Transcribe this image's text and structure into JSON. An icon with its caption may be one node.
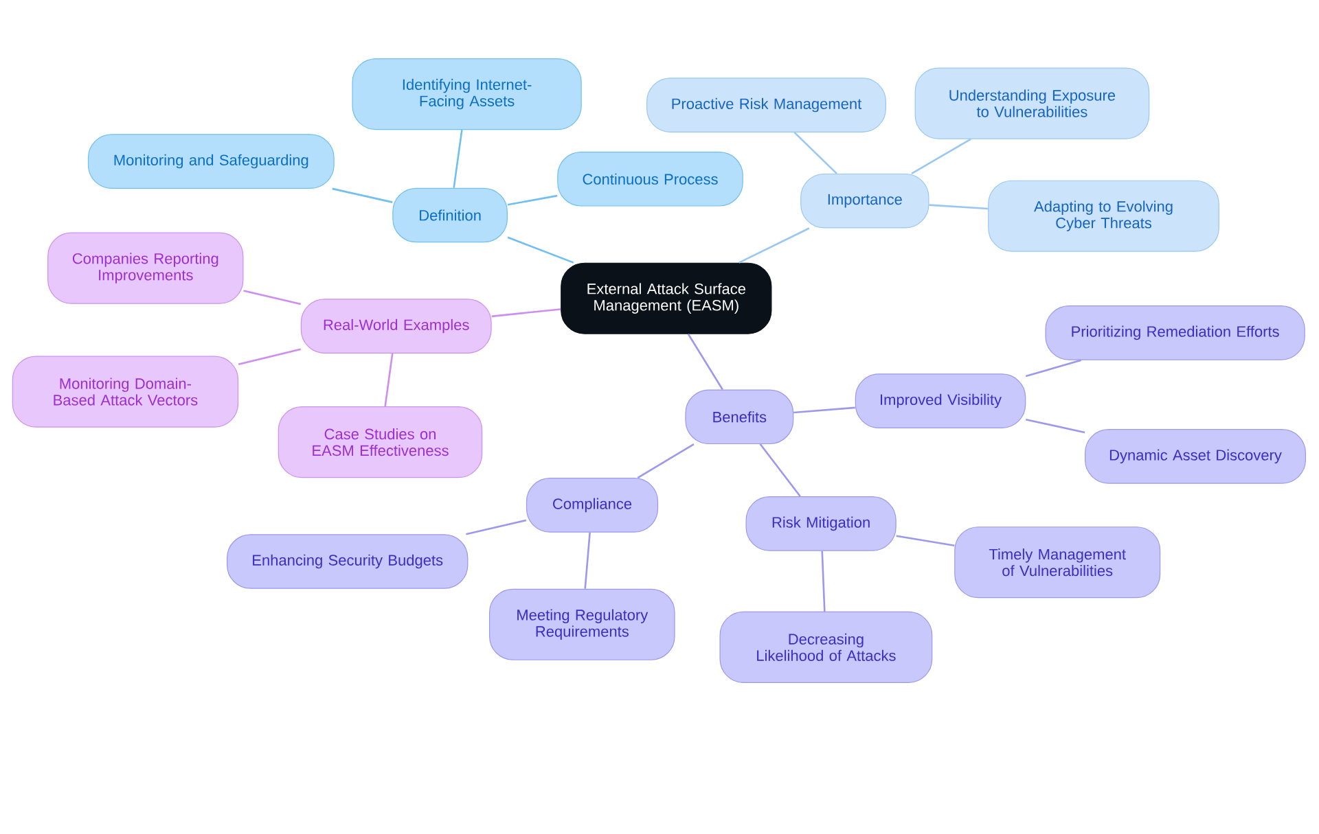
{
  "diagram": {
    "nodes": [
      {
        "text": [
          "External Attack Surface Management (EASM)"
        ]
      },
      {
        "text": [
          "Definition"
        ]
      },
      {
        "text": [
          "Monitoring and Safeguarding"
        ]
      },
      {
        "text": [
          "Identifying Internet-Facing Assets"
        ]
      },
      {
        "text": [
          "Continuous Process"
        ]
      },
      {
        "text": [
          "Importance"
        ]
      },
      {
        "text": [
          "Proactive Risk Management"
        ]
      },
      {
        "text": [
          "Understanding Exposure to Vulnerabilities"
        ]
      },
      {
        "text": [
          "Adapting to Evolving Cyber Threats"
        ]
      },
      {
        "text": [
          "Real-World Examples"
        ]
      },
      {
        "text": [
          "Companies Reporting Improvements"
        ]
      },
      {
        "text": [
          "Monitoring Domain-Based Attack Vectors"
        ]
      },
      {
        "text": [
          "Case Studies on EASM Effectiveness"
        ]
      },
      {
        "text": [
          "Benefits"
        ]
      },
      {
        "text": [
          "Improved Visibility"
        ]
      },
      {
        "text": [
          "Prioritizing Remediation Efforts"
        ]
      },
      {
        "text": [
          "Dynamic Asset Discovery"
        ]
      },
      {
        "text": [
          "Compliance"
        ]
      },
      {
        "text": [
          "Enhancing Security Budgets"
        ]
      },
      {
        "text": [
          "Meeting Regulatory Requirements"
        ]
      },
      {
        "text": [
          "Risk Mitigation"
        ]
      },
      {
        "text": [
          "Timely Management of Vulnerabilities"
        ]
      },
      {
        "text": [
          "Decreasing Likelihood of Attacks"
        ]
      }
    ],
    "edges": [
      {
        "from": 0,
        "to": 1,
        "arrow": "none",
        "color": "#6fbff0"
      },
      {
        "from": 1,
        "to": 2,
        "arrow": "none",
        "color": "#6fbff0"
      },
      {
        "from": 1,
        "to": 3,
        "arrow": "none",
        "color": "#6fbff0"
      },
      {
        "from": 1,
        "to": 4,
        "arrow": "none",
        "color": "#6fbff0"
      },
      {
        "from": 0,
        "to": 5,
        "arrow": "none",
        "color": "#99c7f2"
      },
      {
        "from": 5,
        "to": 6,
        "arrow": "none",
        "color": "#99c7f2"
      },
      {
        "from": 5,
        "to": 7,
        "arrow": "none",
        "color": "#99c7f2"
      },
      {
        "from": 5,
        "to": 8,
        "arrow": "none",
        "color": "#99c7f2"
      },
      {
        "from": 0,
        "to": 9,
        "arrow": "none",
        "color": "#cc8ef0"
      },
      {
        "from": 9,
        "to": 10,
        "arrow": "none",
        "color": "#cc8ef0"
      },
      {
        "from": 9,
        "to": 11,
        "arrow": "none",
        "color": "#cc8ef0"
      },
      {
        "from": 9,
        "to": 12,
        "arrow": "none",
        "color": "#cc8ef0"
      },
      {
        "from": 0,
        "to": 13,
        "arrow": "none",
        "color": "#9b98ee"
      },
      {
        "from": 13,
        "to": 14,
        "arrow": "none",
        "color": "#9b98ee"
      },
      {
        "from": 14,
        "to": 15,
        "arrow": "none",
        "color": "#9b98ee"
      },
      {
        "from": 14,
        "to": 16,
        "arrow": "none",
        "color": "#9b98ee"
      },
      {
        "from": 13,
        "to": 17,
        "arrow": "none",
        "color": "#9b98ee"
      },
      {
        "from": 17,
        "to": 18,
        "arrow": "none",
        "color": "#9b98ee"
      },
      {
        "from": 17,
        "to": 19,
        "arrow": "none",
        "color": "#9b98ee"
      },
      {
        "from": 13,
        "to": 20,
        "arrow": "none",
        "color": "#9b98ee"
      },
      {
        "from": 20,
        "to": 21,
        "arrow": "none",
        "color": "#9b98ee"
      },
      {
        "from": 20,
        "to": 22,
        "arrow": "none",
        "color": "#9b98ee"
      }
    ]
  }
}
